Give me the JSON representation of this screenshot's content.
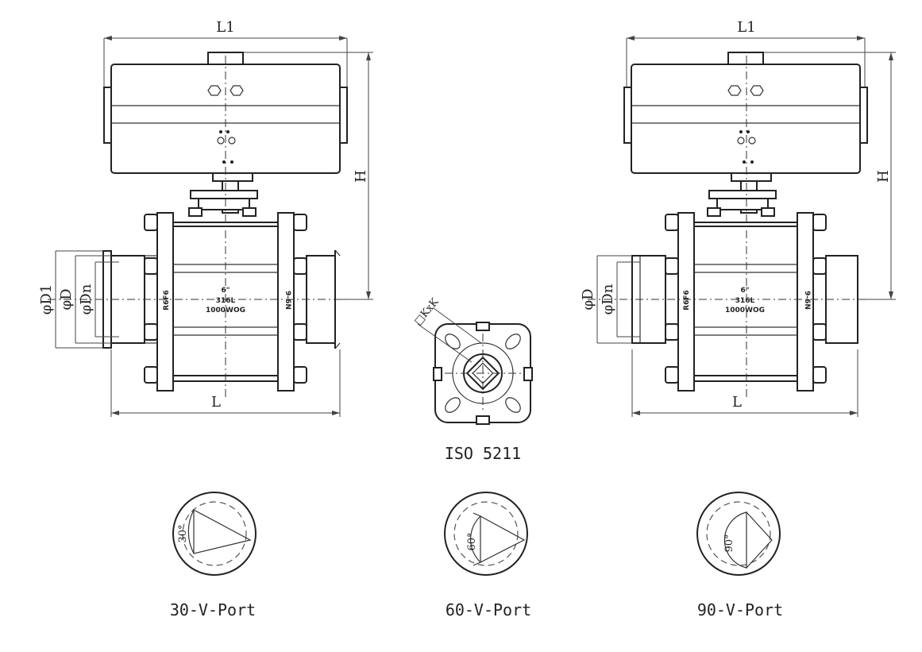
{
  "left_view": {
    "dim_L1": "L1",
    "dim_H": "H",
    "dim_L": "L",
    "dim_D1": "φD1",
    "dim_D": "φD",
    "dim_Dn": "φDn",
    "plate_size": "6\"",
    "plate_material": "316L",
    "plate_pressure": "1000WOG",
    "side_left_mark": "R6F6",
    "side_right_mark": "9-6N"
  },
  "right_view": {
    "dim_L1": "L1",
    "dim_H": "H",
    "dim_L": "L",
    "dim_D": "φD",
    "dim_Dn": "φDn",
    "plate_size": "6\"",
    "plate_material": "316L",
    "plate_pressure": "1000WOG",
    "side_left_mark": "R6F6",
    "side_right_mark": "9-6N"
  },
  "iso_view": {
    "dim_square": "□KxK",
    "caption": "ISO 5211"
  },
  "vports": [
    {
      "angle": "30°",
      "caption": "30-V-Port"
    },
    {
      "angle": "60°",
      "caption": "60-V-Port"
    },
    {
      "angle": "90°",
      "caption": "90-V-Port"
    }
  ]
}
